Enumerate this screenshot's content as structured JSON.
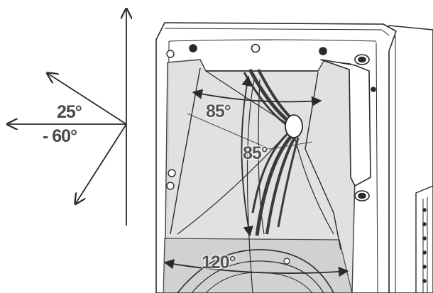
{
  "labels": {
    "tilt_up": "25°",
    "tilt_down": "- 60°",
    "horn_upper_horizontal": "85°",
    "horn_vertical": "85°",
    "woofer_horizontal": "120°"
  },
  "colors": {
    "line": "#2a2a2a",
    "text": "#4a4a4a",
    "horn_fill": "#d9d9d9",
    "cabinet_fill": "#ffffff"
  },
  "icons": [
    "tilt-arrow-icon",
    "angle-arrow-icon",
    "screw-icon",
    "handle-icon"
  ]
}
